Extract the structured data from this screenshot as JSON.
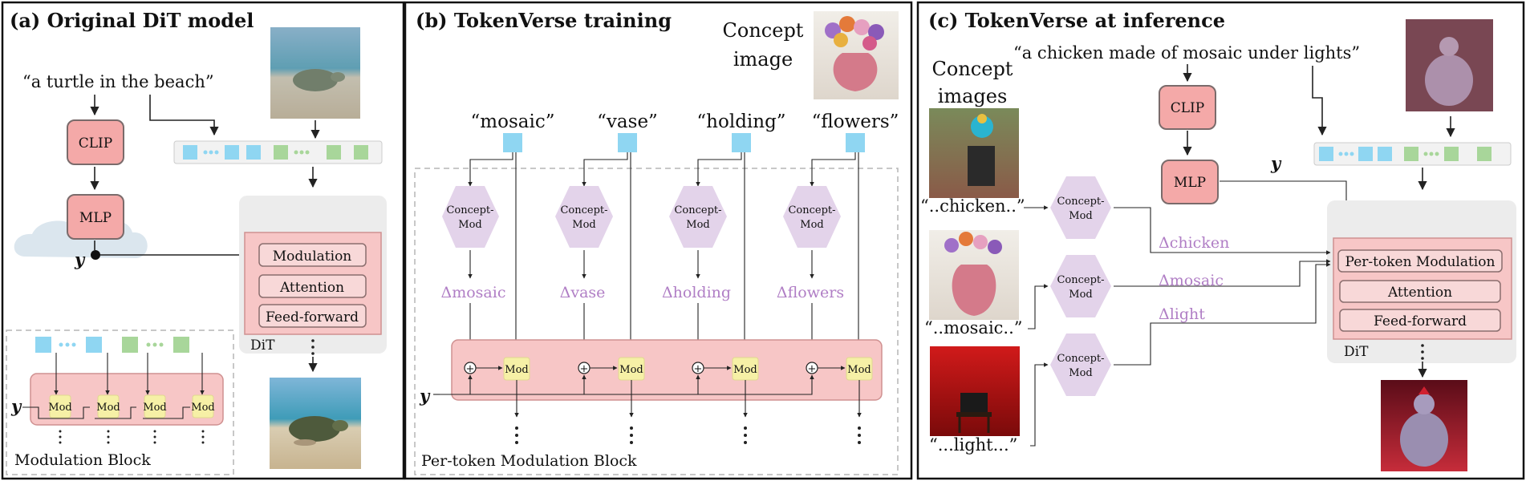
{
  "colors": {
    "pink_block": "#f4a9a8",
    "pink_panel": "#f7c6c6",
    "concept_hex": "#e3d3ea",
    "mod_box": "#f6f0a6",
    "token_blue": "#8fd6f2",
    "token_green": "#a8d69a",
    "delta_text": "#b07ec5",
    "gray_panel": "#ececec"
  },
  "panel_a": {
    "title": "(a) Original DiT model",
    "prompt": "“a turtle in the beach”",
    "clip": "CLIP",
    "mlp": "MLP",
    "y": "y",
    "modulation": "Modulation",
    "attention": "Attention",
    "feed_forward": "Feed-forward",
    "dit": "DiT",
    "mod_block_label": "Modulation Block",
    "mod": "Mod",
    "y2": "y"
  },
  "panel_b": {
    "title": "(b) TokenVerse training",
    "concept_image_line1": "Concept",
    "concept_image_line2": "image",
    "tokens": [
      {
        "word": "“mosaic”",
        "delta": "Δmosaic"
      },
      {
        "word": "“vase”",
        "delta": "Δvase"
      },
      {
        "word": "“holding”",
        "delta": "Δholding"
      },
      {
        "word": "“flowers”",
        "delta": "Δflowers"
      }
    ],
    "concept_mod_line1": "Concept-",
    "concept_mod_line2": "Mod",
    "mod": "Mod",
    "plus": "+",
    "y": "y",
    "block_label": "Per-token Modulation Block"
  },
  "panel_c": {
    "title": "(c) TokenVerse at inference",
    "prompt": "“a chicken made of mosaic under lights”",
    "concept_images_line1": "Concept",
    "concept_images_line2": "images",
    "clip": "CLIP",
    "mlp": "MLP",
    "y": "y",
    "captions": [
      "“..chicken..”",
      "“..mosaic..”",
      "“...light...”"
    ],
    "concept_mod_line1": "Concept-",
    "concept_mod_line2": "Mod",
    "deltas": [
      "Δchicken",
      "Δmosaic",
      "Δlight"
    ],
    "per_token_modulation": "Per-token Modulation",
    "attention": "Attention",
    "feed_forward": "Feed-forward",
    "dit": "DiT"
  }
}
